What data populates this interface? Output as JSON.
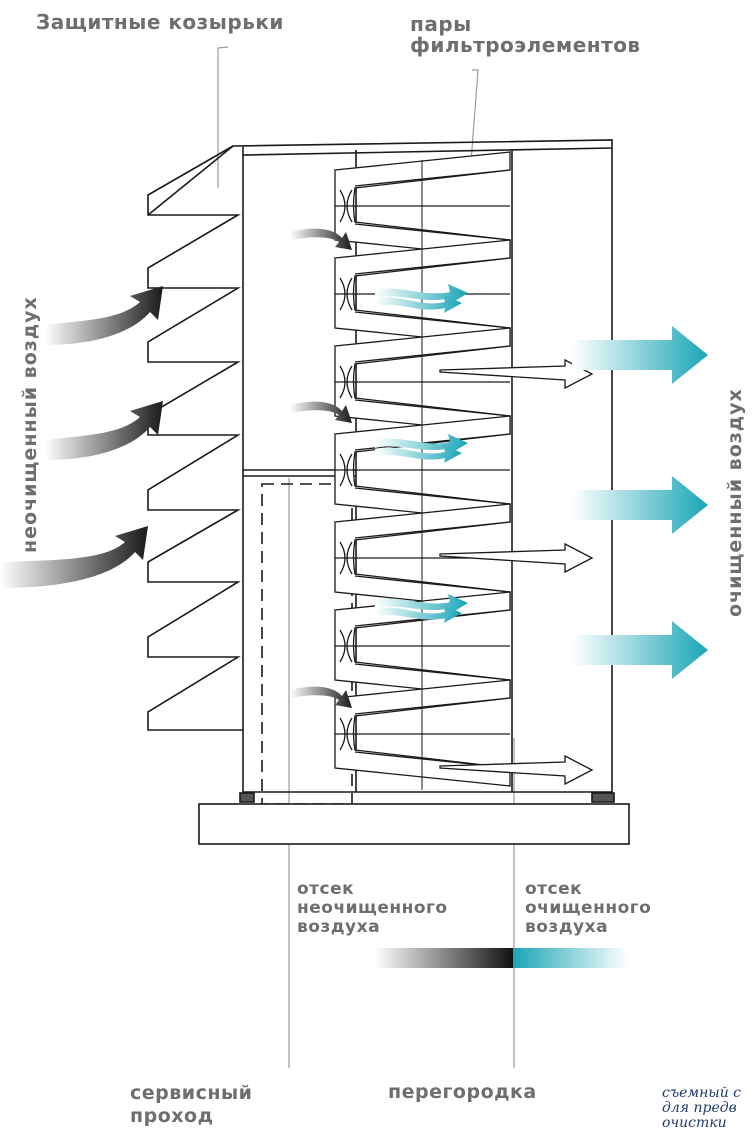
{
  "labels": {
    "hoods": "Защитные козырьки",
    "filters_line1": "пары",
    "filters_line2": "фильтроэлементов",
    "unclean_air": "неочищенный воздух",
    "clean_air": "очищенный воздух",
    "dirty_compartment_line1": "отсек",
    "dirty_compartment_line2": "неочищенного",
    "dirty_compartment_line3": "воздуха",
    "clean_compartment_line1": "отсек",
    "clean_compartment_line2": "очищенного",
    "clean_compartment_line3": "воздуха",
    "service_line1": "сервисный",
    "service_line2": "проход",
    "partition": "перегородка",
    "note_line1": "съемный с",
    "note_line2": "для предв",
    "note_line3": "очистки"
  },
  "colors": {
    "accent": "#1aa6b7",
    "text": "#6e6e6e",
    "line": "#1a1a1a"
  }
}
